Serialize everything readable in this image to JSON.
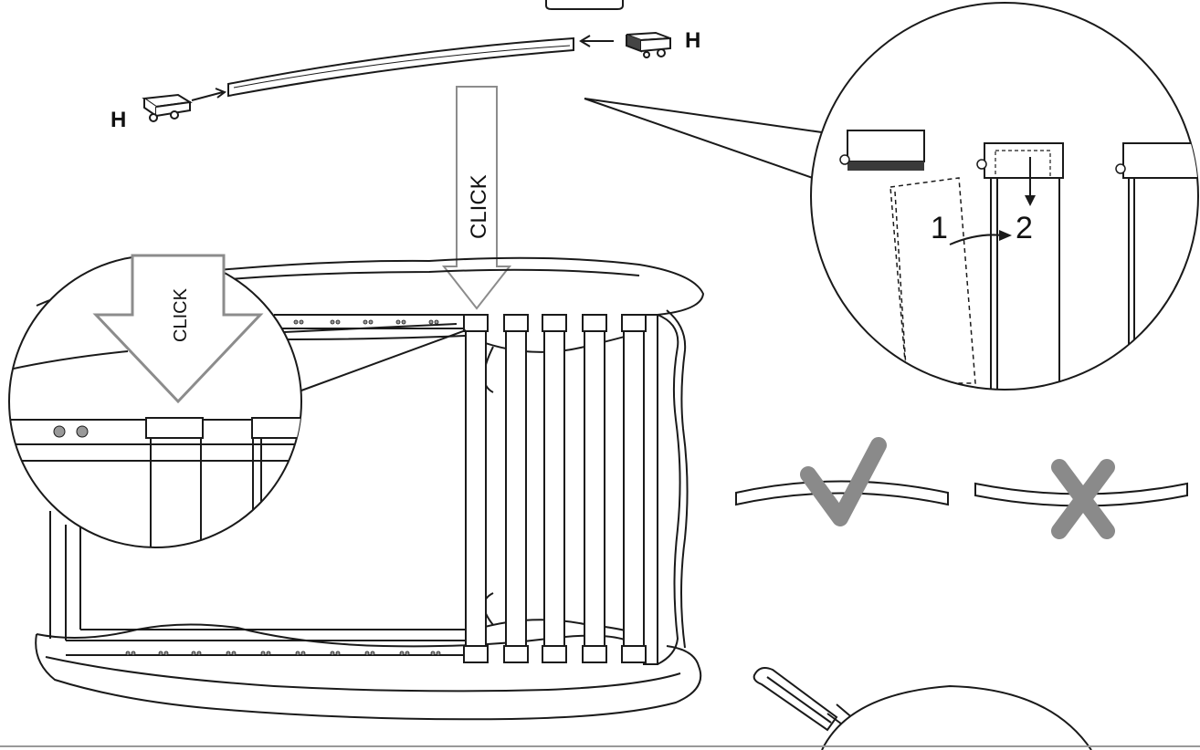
{
  "labels": {
    "part_left": "H",
    "part_right": "H",
    "click_main": "CLICK",
    "click_detail": "CLICK",
    "step_1": "1",
    "step_2": "2"
  },
  "colors": {
    "line": "#1a1a1a",
    "arrow_fill": "#ffffff",
    "arrow_stroke": "#8c8c8c",
    "mark_gray": "#8a8a8a",
    "strip": "#3a3a3a",
    "dot_gray": "#999999"
  },
  "symbols": {
    "correct": "check-mark",
    "incorrect": "cross-mark"
  }
}
